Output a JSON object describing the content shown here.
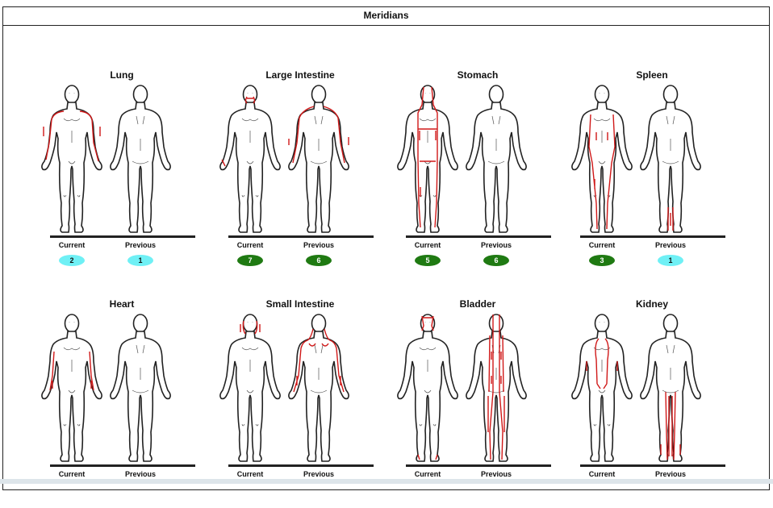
{
  "header": {
    "title": "Meridians"
  },
  "labels": {
    "current": "Current",
    "previous": "Previous"
  },
  "colors": {
    "low": "#6ff0f5",
    "high": "#1f7a12",
    "meridian": "#d01818"
  },
  "meridians": [
    {
      "name": "Lung",
      "current": "2",
      "previous": "1",
      "current_level": "low",
      "previous_level": "low"
    },
    {
      "name": "Large Intestine",
      "current": "7",
      "previous": "6",
      "current_level": "high",
      "previous_level": "high"
    },
    {
      "name": "Stomach",
      "current": "5",
      "previous": "6",
      "current_level": "high",
      "previous_level": "high"
    },
    {
      "name": "Spleen",
      "current": "3",
      "previous": "1",
      "current_level": "high",
      "previous_level": "low"
    },
    {
      "name": "Heart"
    },
    {
      "name": "Small Intestine"
    },
    {
      "name": "Bladder"
    },
    {
      "name": "Kidney"
    }
  ]
}
